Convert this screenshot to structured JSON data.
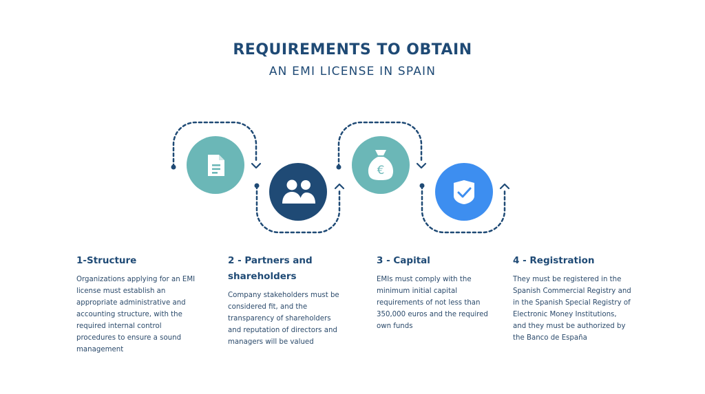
{
  "header": {
    "title": "REQUIREMENTS TO OBTAIN",
    "subtitle": "AN EMI LICENSE IN SPAIN"
  },
  "colors": {
    "navy": "#1f4a75",
    "teal": "#6bb7b7",
    "blue": "#3d8ef0",
    "text": "#2b4a6b",
    "white": "#ffffff"
  },
  "steps": [
    {
      "title": "1-Structure",
      "icon": "document-icon",
      "color": "#6bb7b7",
      "description": "Organizations applying for an EMI license must establish an appropriate administrative and accounting structure, with the required internal control procedures to ensure a sound management"
    },
    {
      "title": "2 - Partners and shareholders",
      "icon": "people-icon",
      "color": "#1f4a75",
      "description": "Company stakeholders must be considered fit, and the transparency of shareholders and reputation of directors and managers will be valued"
    },
    {
      "title": "3 - Capital",
      "icon": "money-bag-euro-icon",
      "color": "#6bb7b7",
      "description": "EMIs must comply with the minimum initial capital requirements of not less than 350,000 euros and the required own funds"
    },
    {
      "title": "4 - Registration",
      "icon": "shield-check-icon",
      "color": "#3d8ef0",
      "description": "They must be registered in the Spanish Commercial Registry and in the Spanish Special Registry of Electronic Money Institutions, and they must be authorized by the Banco de España"
    }
  ]
}
